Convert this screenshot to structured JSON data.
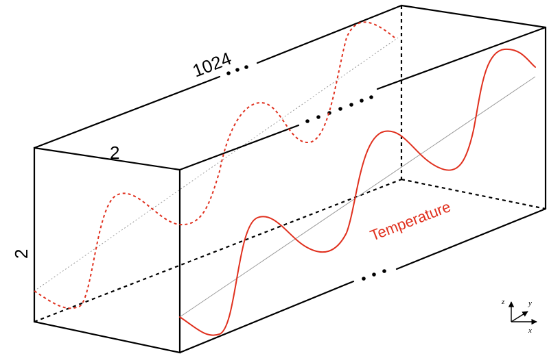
{
  "diagram": {
    "labels": {
      "length": "1024",
      "width": "2",
      "height": "2",
      "field": "Temperature"
    },
    "axes": {
      "z": "z",
      "y": "y",
      "x": "x"
    },
    "colors": {
      "edge": "#000000",
      "field": "#e0301e",
      "centerline": "#9a9a9a"
    }
  }
}
